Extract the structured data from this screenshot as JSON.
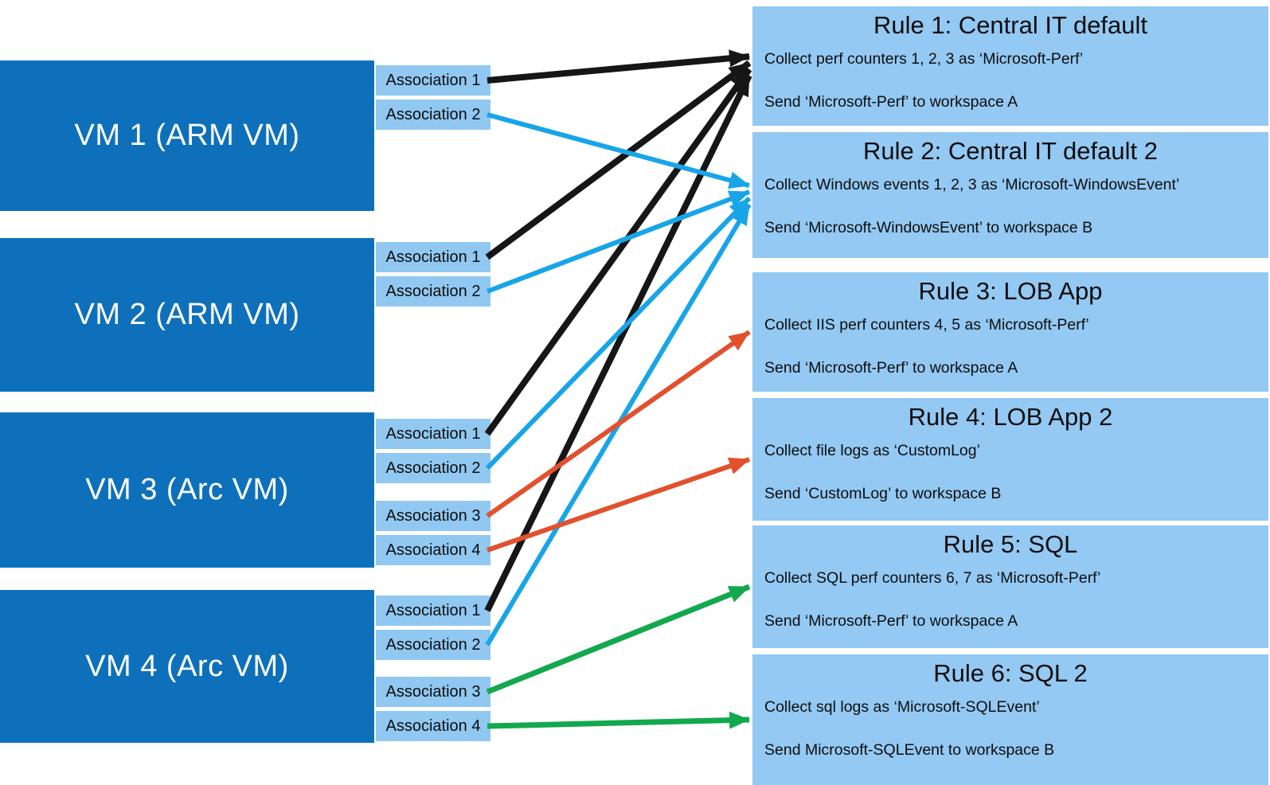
{
  "diagram": {
    "vms": [
      {
        "id": "vm1",
        "label": "VM 1 (ARM VM)",
        "associations": [
          {
            "id": "vm1-a1",
            "label": "Association 1"
          },
          {
            "id": "vm1-a2",
            "label": "Association 2"
          }
        ]
      },
      {
        "id": "vm2",
        "label": "VM 2 (ARM VM)",
        "associations": [
          {
            "id": "vm2-a1",
            "label": "Association 1"
          },
          {
            "id": "vm2-a2",
            "label": "Association 2"
          }
        ]
      },
      {
        "id": "vm3",
        "label": "VM 3 (Arc VM)",
        "associations": [
          {
            "id": "vm3-a1",
            "label": "Association 1"
          },
          {
            "id": "vm3-a2",
            "label": "Association 2"
          },
          {
            "id": "vm3-a3",
            "label": "Association 3"
          },
          {
            "id": "vm3-a4",
            "label": "Association 4"
          }
        ]
      },
      {
        "id": "vm4",
        "label": "VM 4 (Arc VM)",
        "associations": [
          {
            "id": "vm4-a1",
            "label": "Association 1"
          },
          {
            "id": "vm4-a2",
            "label": "Association 2"
          },
          {
            "id": "vm4-a3",
            "label": "Association 3"
          },
          {
            "id": "vm4-a4",
            "label": "Association 4"
          }
        ]
      }
    ],
    "rules": [
      {
        "id": "rule1",
        "title": "Rule 1: Central IT default",
        "collect": "Collect perf counters 1, 2, 3 as ‘Microsoft-Perf’",
        "send": "Send ‘Microsoft-Perf’ to workspace A"
      },
      {
        "id": "rule2",
        "title": "Rule 2: Central IT default 2",
        "collect": "Collect Windows events 1, 2, 3 as ‘Microsoft-WindowsEvent’",
        "send": "Send ‘Microsoft-WindowsEvent’ to workspace B"
      },
      {
        "id": "rule3",
        "title": "Rule 3: LOB App",
        "collect": "Collect IIS perf counters 4, 5 as ‘Microsoft-Perf’",
        "send": "Send ‘Microsoft-Perf’ to workspace A"
      },
      {
        "id": "rule4",
        "title": "Rule 4: LOB App 2",
        "collect": "Collect file logs as ‘CustomLog’",
        "send": "Send ‘CustomLog’ to workspace B"
      },
      {
        "id": "rule5",
        "title": "Rule 5: SQL",
        "collect": "Collect SQL perf counters 6, 7 as ‘Microsoft-Perf’",
        "send": "Send ‘Microsoft-Perf’ to workspace A"
      },
      {
        "id": "rule6",
        "title": "Rule 6: SQL 2",
        "collect": "Collect sql logs as ‘Microsoft-SQLEvent’",
        "send": "Send Microsoft-SQLEvent to workspace B"
      }
    ],
    "connections": [
      {
        "from": "vm1-a1",
        "to": "rule1",
        "color": "#161616",
        "width": 8
      },
      {
        "from": "vm2-a1",
        "to": "rule1",
        "color": "#161616",
        "width": 8
      },
      {
        "from": "vm3-a1",
        "to": "rule1",
        "color": "#161616",
        "width": 8
      },
      {
        "from": "vm4-a1",
        "to": "rule1",
        "color": "#161616",
        "width": 8
      },
      {
        "from": "vm1-a2",
        "to": "rule2",
        "color": "#18a5e8",
        "width": 6
      },
      {
        "from": "vm2-a2",
        "to": "rule2",
        "color": "#18a5e8",
        "width": 6
      },
      {
        "from": "vm3-a2",
        "to": "rule2",
        "color": "#18a5e8",
        "width": 6
      },
      {
        "from": "vm4-a2",
        "to": "rule2",
        "color": "#18a5e8",
        "width": 6
      },
      {
        "from": "vm3-a3",
        "to": "rule3",
        "color": "#e2502e",
        "width": 6
      },
      {
        "from": "vm3-a4",
        "to": "rule4",
        "color": "#e2502e",
        "width": 6
      },
      {
        "from": "vm4-a3",
        "to": "rule5",
        "color": "#13a84e",
        "width": 7
      },
      {
        "from": "vm4-a4",
        "to": "rule6",
        "color": "#13a84e",
        "width": 7
      }
    ],
    "colors": {
      "vm_box": "#0e70ba",
      "association_box": "#90c8f1",
      "rule_box": "#93c9f3",
      "arrow_rule1": "#161616",
      "arrow_rule2": "#18a5e8",
      "arrow_rule3_4": "#e2502e",
      "arrow_rule5_6": "#13a84e"
    }
  }
}
